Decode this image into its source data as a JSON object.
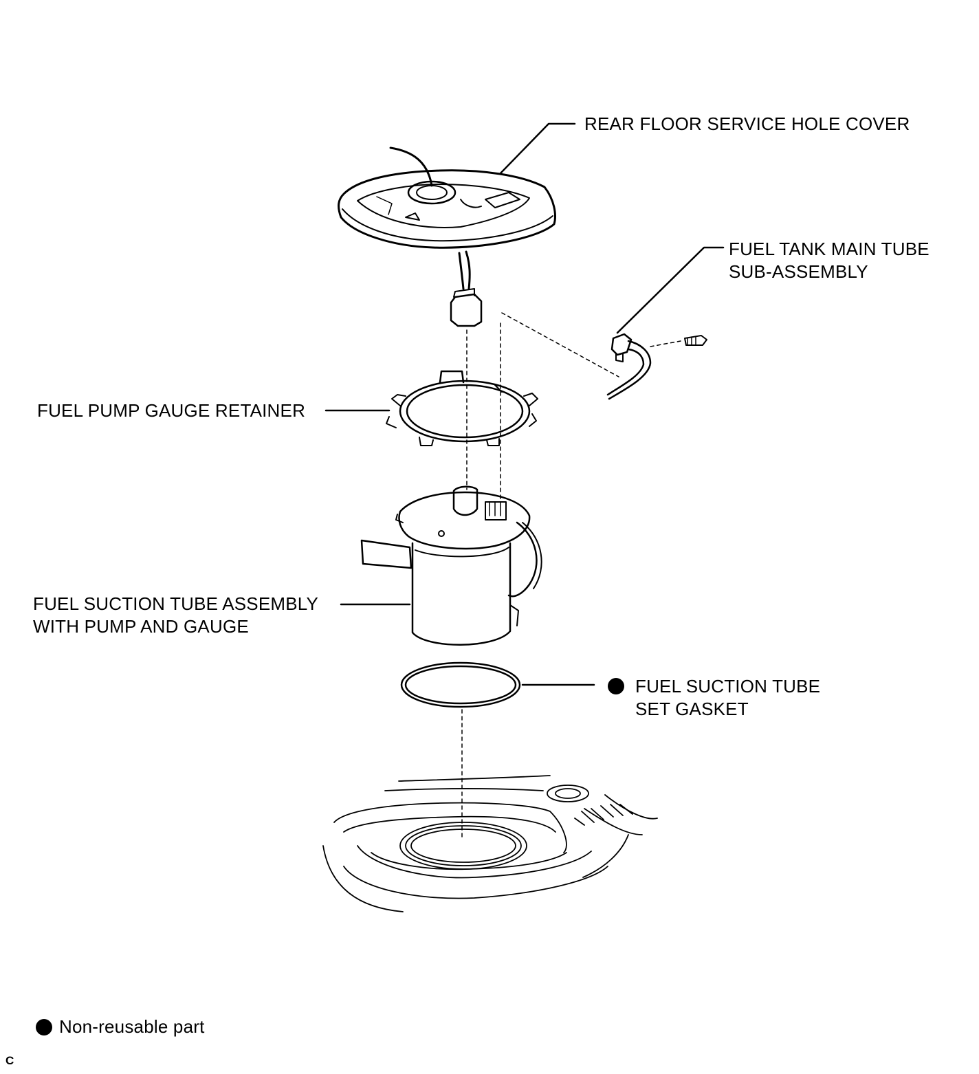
{
  "labels": {
    "service_hole_cover": "REAR FLOOR SERVICE HOLE COVER",
    "main_tube_line1": "FUEL TANK MAIN TUBE",
    "main_tube_line2": "SUB-ASSEMBLY",
    "retainer": "FUEL PUMP GAUGE RETAINER",
    "suction_tube_line1": "FUEL SUCTION TUBE ASSEMBLY",
    "suction_tube_line2": "WITH PUMP AND GAUGE",
    "gasket_line1": "FUEL SUCTION TUBE",
    "gasket_line2": "SET GASKET"
  },
  "legend": {
    "non_reusable": "Non-reusable part"
  },
  "figure_code": "C",
  "colors": {
    "ink": "#000000",
    "background": "#ffffff"
  }
}
